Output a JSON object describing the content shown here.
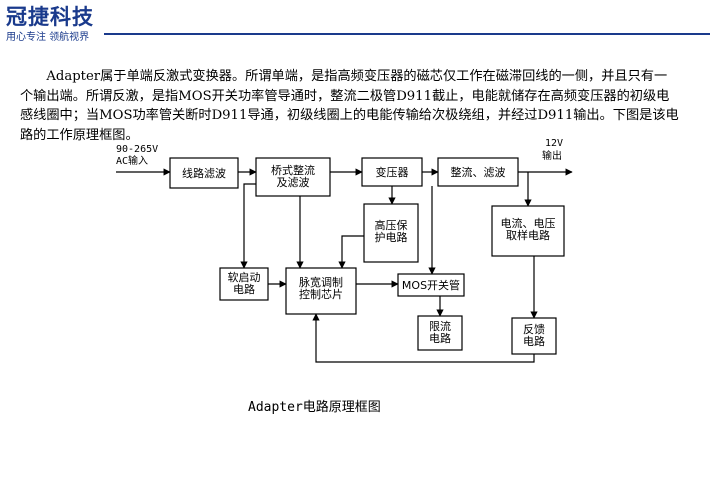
{
  "header": {
    "brand_name": "冠捷科技",
    "slogan": "用心专注 领航视界"
  },
  "body": {
    "paragraph": "Adapter属于单端反激式变换器。所谓单端，是指高频变压器的磁芯仅工作在磁滞回线的一侧，并且只有一个输出端。所谓反激，是指MOS开关功率管导通时，整流二极管D911截止，电能就储存在高频变压器的初级电感线圈中；当MOS功率管关断时D911导通，初级线圈上的电能传输给次极绕组，并经过D911输出。下图是该电路的工作原理框图。"
  },
  "diagram": {
    "input_label": [
      "90-265V",
      "AC输入"
    ],
    "output_label": [
      "12V",
      "输出"
    ],
    "blocks": {
      "line_filter": [
        "线路滤波"
      ],
      "bridge_rectifier": [
        "桥式整流",
        "及滤波"
      ],
      "transformer": [
        "变压器"
      ],
      "output_rectifier": [
        "整流、滤波"
      ],
      "hv_protection": [
        "高压保",
        "护电路"
      ],
      "current_voltage_sampling": [
        "电流、电压",
        "取样电路"
      ],
      "soft_start": [
        "软启动",
        "电路"
      ],
      "pwm_chip": [
        "脉宽调制",
        "控制芯片"
      ],
      "mos_switch": [
        "MOS开关管"
      ],
      "current_limit": [
        "限流",
        "电路"
      ],
      "feedback": [
        "反馈",
        "电路"
      ]
    }
  },
  "caption": "Adapter电路原理框图"
}
